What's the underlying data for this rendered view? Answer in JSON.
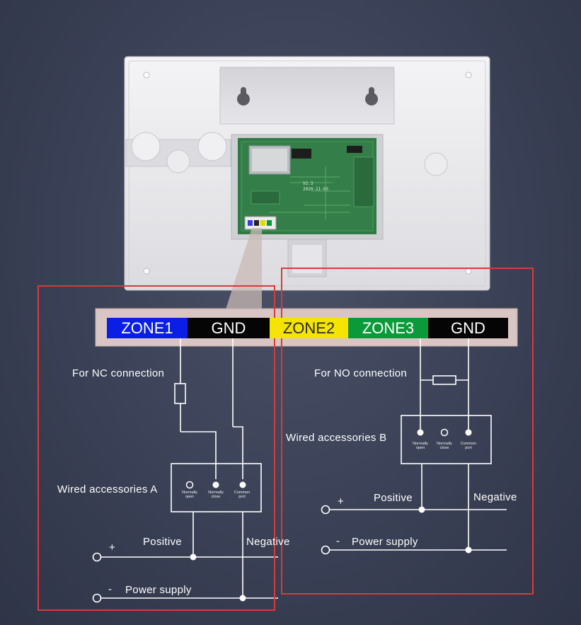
{
  "pcb": {
    "board_id": "2020-11-05",
    "board_code": "V2.3"
  },
  "terminal_strip": [
    {
      "id": "zone1",
      "label": "ZONE1",
      "bg": "#0a1ee6",
      "fg": "#ffffff"
    },
    {
      "id": "gnd-1",
      "label": "GND",
      "bg": "#050505",
      "fg": "#ffffff"
    },
    {
      "id": "zone2",
      "label": "ZONE2",
      "bg": "#f5e400",
      "fg": "#2a2a2a"
    },
    {
      "id": "zone3",
      "label": "ZONE3",
      "bg": "#0a9a3a",
      "fg": "#ffffff"
    },
    {
      "id": "gnd-2",
      "label": "GND",
      "bg": "#050505",
      "fg": "#ffffff"
    }
  ],
  "left_panel": {
    "connection_label": "For NC connection",
    "accessory_label": "Wired accessories A",
    "contacts": [
      "Normally open",
      "Normally close",
      "Common port"
    ],
    "positive_label": "Positive",
    "negative_label": "Negative",
    "plus_sign": "+",
    "minus_sign": "-",
    "power_label": "Power supply"
  },
  "right_panel": {
    "connection_label": "For NO connection",
    "accessory_label": "Wired accessories B",
    "contacts": [
      "Normally open",
      "Normally close",
      "Common port"
    ],
    "positive_label": "Positive",
    "negative_label": "Negative",
    "plus_sign": "+",
    "minus_sign": "-",
    "power_label": "Power supply"
  },
  "colors": {
    "highlight_box": "#d93a3a",
    "wire": "#ffffff",
    "device_body": "#e9e9ec"
  }
}
